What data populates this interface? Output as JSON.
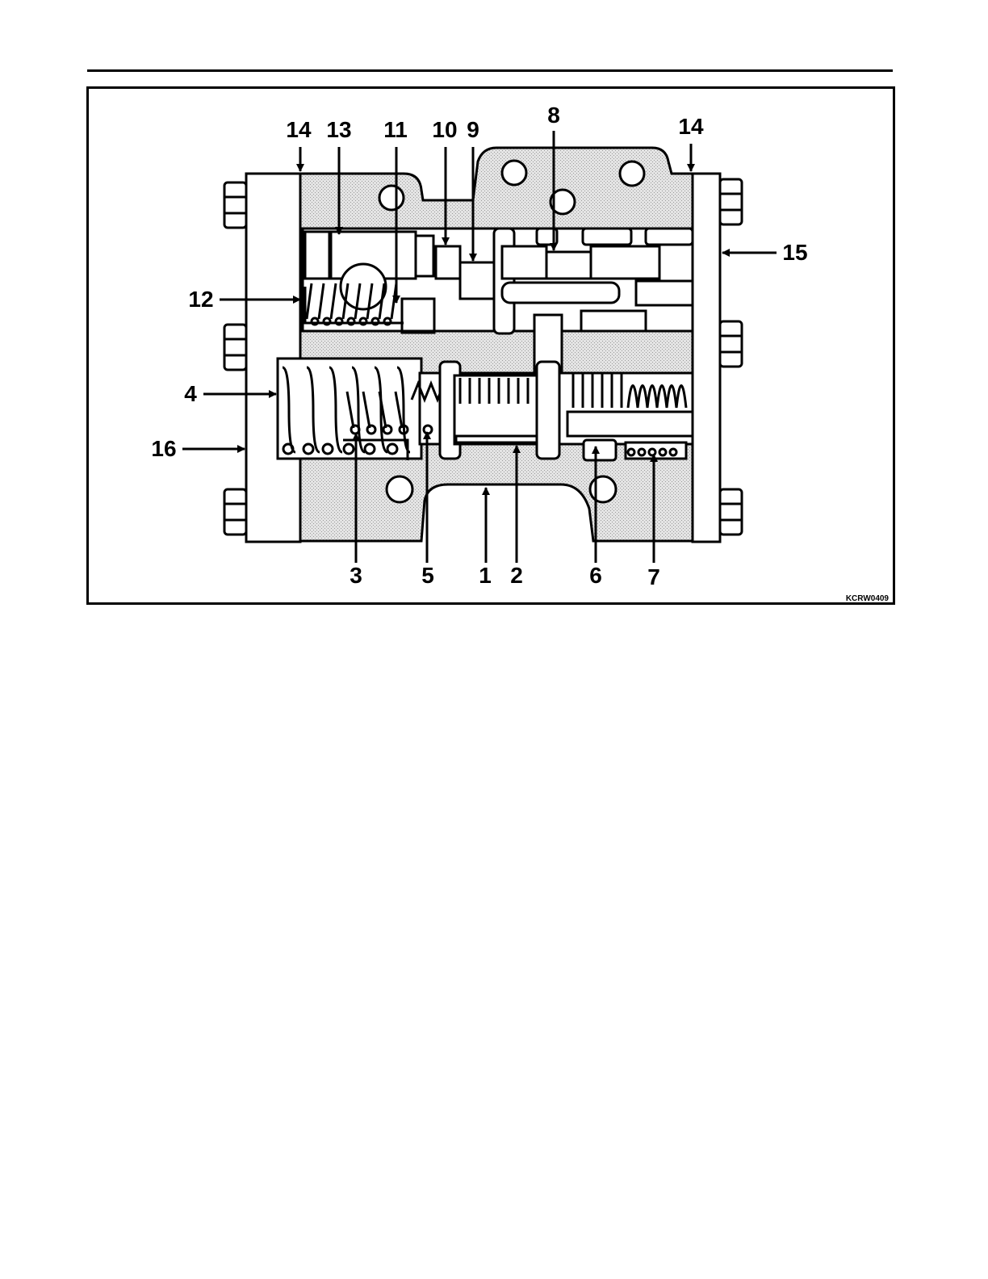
{
  "figure": {
    "code": "KCRW0409",
    "colors": {
      "ink": "#000000",
      "housing_fill": "#d9d9d9",
      "background": "#ffffff"
    },
    "callouts": [
      {
        "id": "14a",
        "text": "14"
      },
      {
        "id": "13",
        "text": "13"
      },
      {
        "id": "11",
        "text": "11"
      },
      {
        "id": "10",
        "text": "10"
      },
      {
        "id": "9",
        "text": "9"
      },
      {
        "id": "8",
        "text": "8"
      },
      {
        "id": "14b",
        "text": "14"
      },
      {
        "id": "15",
        "text": "15"
      },
      {
        "id": "12",
        "text": "12"
      },
      {
        "id": "4",
        "text": "4"
      },
      {
        "id": "16",
        "text": "16"
      },
      {
        "id": "3",
        "text": "3"
      },
      {
        "id": "5",
        "text": "5"
      },
      {
        "id": "1",
        "text": "1"
      },
      {
        "id": "2",
        "text": "2"
      },
      {
        "id": "6",
        "text": "6"
      },
      {
        "id": "7",
        "text": "7"
      }
    ]
  }
}
